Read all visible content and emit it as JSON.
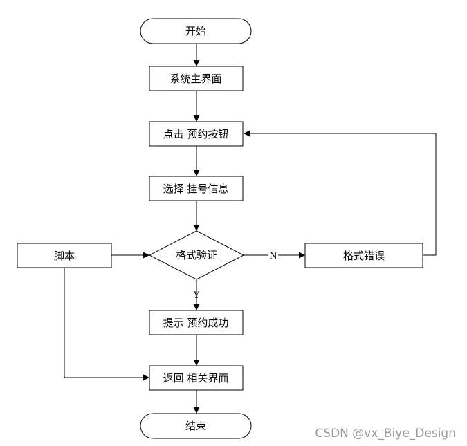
{
  "flowchart": {
    "start": "开始",
    "main_ui": "系统主界面",
    "click_button": "点击 预约按钮",
    "select_info": "选择 挂号信息",
    "validate": "格式验证",
    "script": "脚本",
    "format_error": "格式错误",
    "success": "提示 预约成功",
    "return_ui": "返回 相关界面",
    "end": "结束",
    "label_no": "N",
    "label_yes": "Y"
  },
  "watermark": "CSDN @vx_Biye_Design"
}
